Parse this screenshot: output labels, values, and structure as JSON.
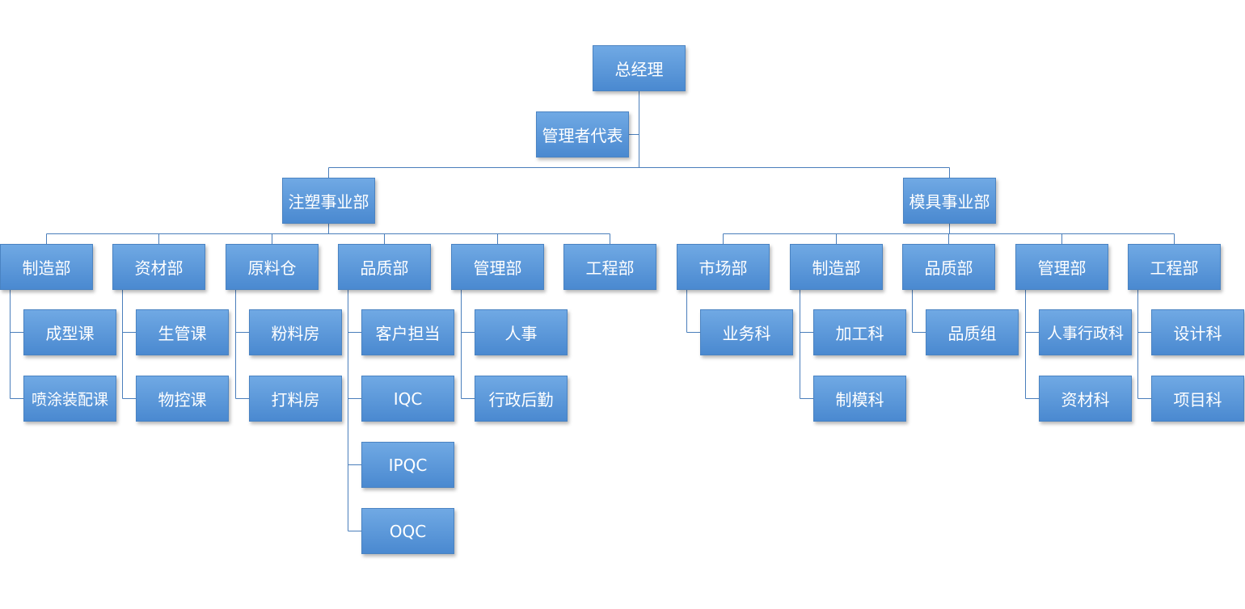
{
  "colors": {
    "box_top": "#70a9e4",
    "box_bottom": "#4a89d0",
    "connector": "#4a7ebb",
    "text": "#ffffff"
  },
  "org": {
    "ceo": "总经理",
    "assistant": "管理者代表",
    "divisions": [
      {
        "name": "注塑事业部",
        "departments": [
          {
            "name": "制造部",
            "teams": [
              "成型课",
              "喷涂装配课"
            ]
          },
          {
            "name": "资材部",
            "teams": [
              "生管课",
              "物控课"
            ]
          },
          {
            "name": "原料仓",
            "teams": [
              "粉料房",
              "打料房"
            ]
          },
          {
            "name": "品质部",
            "teams": [
              "客户担当",
              "IQC",
              "IPQC",
              "OQC"
            ]
          },
          {
            "name": "管理部",
            "teams": [
              "人事",
              "行政后勤"
            ]
          },
          {
            "name": "工程部",
            "teams": []
          }
        ]
      },
      {
        "name": "模具事业部",
        "departments": [
          {
            "name": "市场部",
            "teams": [
              "业务科"
            ]
          },
          {
            "name": "制造部",
            "teams": [
              "加工科",
              "制模科"
            ]
          },
          {
            "name": "品质部",
            "teams": [
              "品质组"
            ]
          },
          {
            "name": "管理部",
            "teams": [
              "人事行政科",
              "资材科"
            ]
          },
          {
            "name": "工程部",
            "teams": [
              "设计科",
              "项目科"
            ]
          }
        ]
      }
    ]
  }
}
